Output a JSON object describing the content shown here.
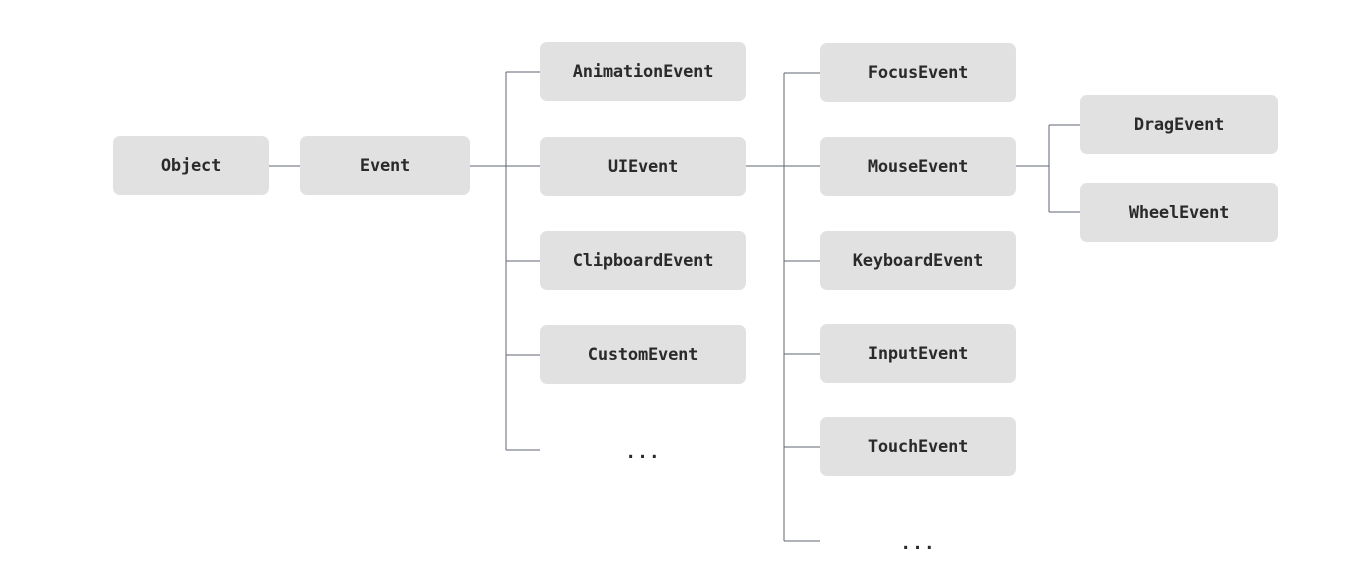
{
  "diagram": {
    "root": {
      "label": "Object"
    },
    "event": {
      "label": "Event"
    },
    "event_children": [
      {
        "label": "AnimationEvent"
      },
      {
        "label": "UIEvent"
      },
      {
        "label": "ClipboardEvent"
      },
      {
        "label": "CustomEvent"
      },
      {
        "label": "..."
      }
    ],
    "uievent_children": [
      {
        "label": "FocusEvent"
      },
      {
        "label": "MouseEvent"
      },
      {
        "label": "KeyboardEvent"
      },
      {
        "label": "InputEvent"
      },
      {
        "label": "TouchEvent"
      },
      {
        "label": "..."
      }
    ],
    "mouseevent_children": [
      {
        "label": "DragEvent"
      },
      {
        "label": "WheelEvent"
      }
    ]
  },
  "colors": {
    "node_fill": "#e1e1e1",
    "connector": "#5f6470",
    "text": "#2a2a2a"
  }
}
